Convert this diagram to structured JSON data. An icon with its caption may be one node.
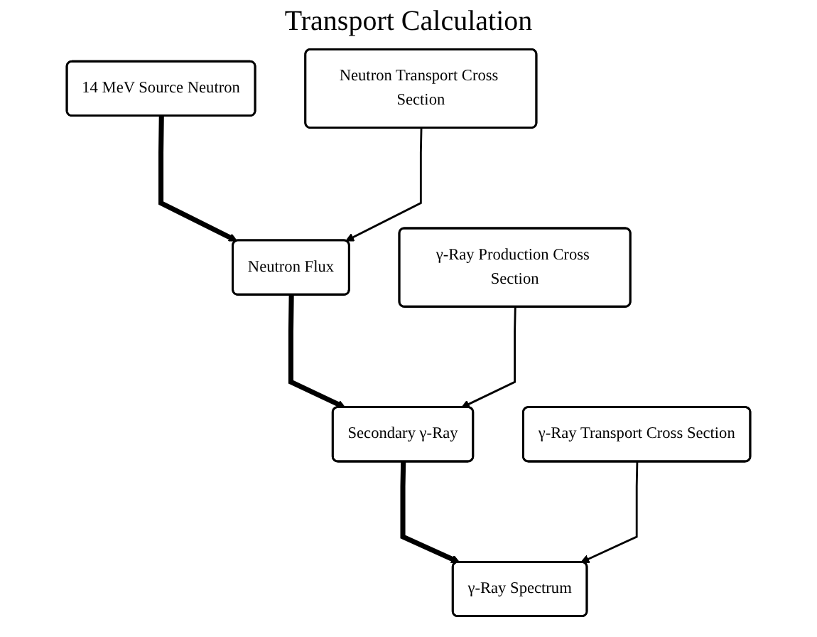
{
  "diagram": {
    "title": "Transport Calculation",
    "nodes": [
      {
        "text": [
          "14 MeV Source Neutron"
        ]
      },
      {
        "text": [
          "Neutron Transport Cross Section"
        ]
      },
      {
        "text": [
          "Neutron Flux"
        ]
      },
      {
        "text": [
          "γ-Ray Production Cross Section"
        ]
      },
      {
        "text": [
          "Secondary γ-Ray"
        ]
      },
      {
        "text": [
          "γ-Ray Transport Cross Section"
        ]
      },
      {
        "text": [
          "γ-Ray Spectrum"
        ]
      }
    ],
    "edges": [
      {
        "from": 0,
        "to": 2,
        "arrow": "to",
        "style": "thick"
      },
      {
        "from": 1,
        "to": 2,
        "arrow": "to"
      },
      {
        "from": 2,
        "to": 4,
        "arrow": "to",
        "style": "thick"
      },
      {
        "from": 3,
        "to": 4,
        "arrow": "to"
      },
      {
        "from": 4,
        "to": 6,
        "arrow": "to",
        "style": "thick"
      },
      {
        "from": 5,
        "to": 6,
        "arrow": "to"
      }
    ]
  }
}
